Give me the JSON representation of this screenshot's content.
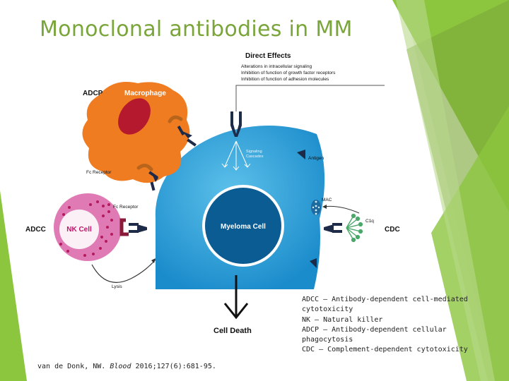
{
  "slide": {
    "title": "Monoclonal antibodies in MM",
    "citation": {
      "authors": "van de Donk, NW.",
      "journal": "Blood",
      "details": "2016;127(6):681-95."
    }
  },
  "diagram": {
    "direct_effects": {
      "heading": "Direct Effects",
      "lines": [
        "Alterations in intracellular signaling",
        "Inhibition of function of growth factor receptors",
        "Inhibition of function of adhesion molecules"
      ]
    },
    "labels": {
      "adcp": "ADCP",
      "macrophage": "Macrophage",
      "fc_receptor_macrophage": "Fc Receptor",
      "adcc": "ADCC",
      "nk_cell": "NK Cell",
      "fc_receptor_nk": "Fc Receptor",
      "lysis": "Lysis",
      "signaling_line1": "Signaling",
      "signaling_line2": "Cascades",
      "antigen": "Antigen",
      "mac": "MAC",
      "c1q": "C1q",
      "cdc": "CDC",
      "myeloma_cell": "Myeloma Cell",
      "cell_death": "Cell Death"
    }
  },
  "legend": [
    "ADCC – Antibody-dependent cell-mediated",
    "cytotoxicity",
    "NK – Natural killer",
    "ADCP – Antibody-dependent cellular",
    "phagocytosis",
    "CDC – Complement-dependent cytotoxicity"
  ],
  "colors": {
    "title": "#7aa53b",
    "deco_green": "#8cc63f",
    "macrophage": "#f07c22",
    "macrophage_nucleus": "#b5192d",
    "nk_cell": "#e07ab5",
    "nk_nucleus": "#faf0f5",
    "myeloma": "#2b9fd8",
    "myeloma_nucleus": "#0a5c92",
    "antibody": "#1d2a48",
    "complement": "#4aa86a"
  }
}
